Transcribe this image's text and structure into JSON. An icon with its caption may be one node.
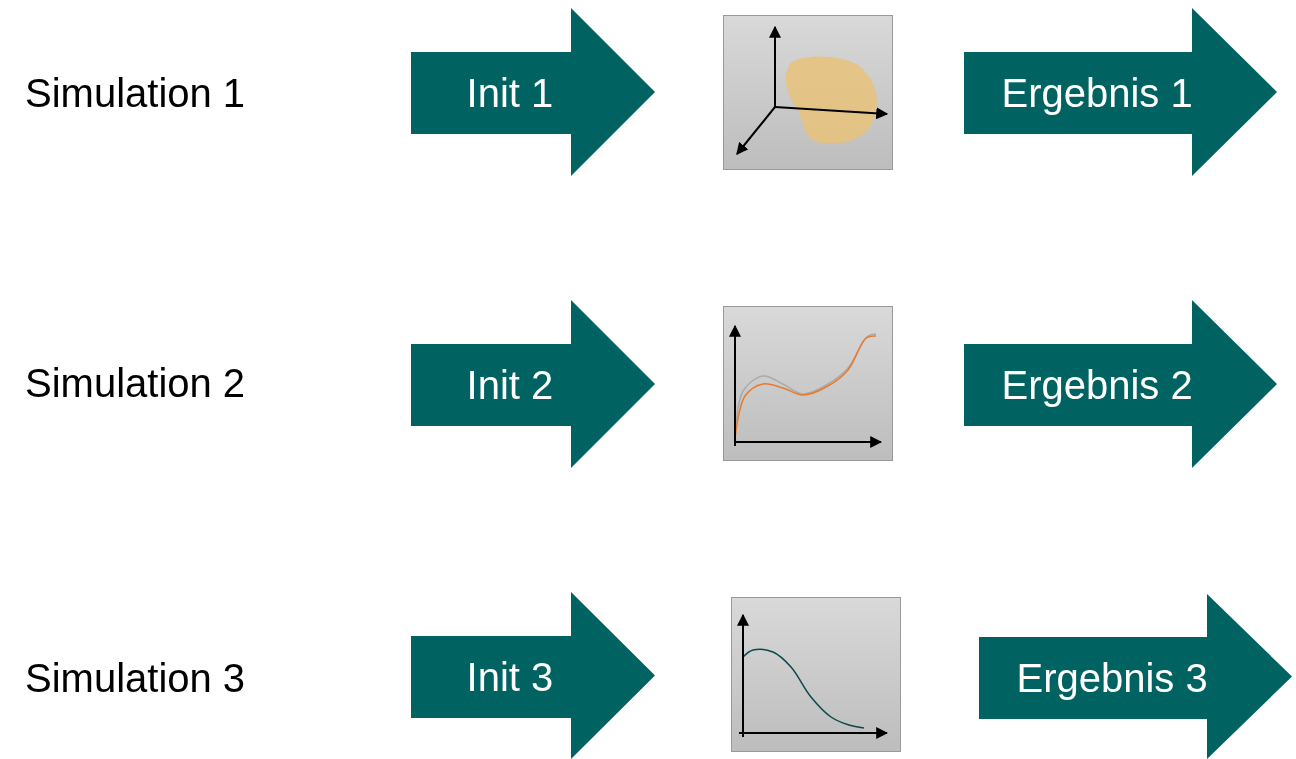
{
  "diagram": {
    "nodes": [
      {
        "text": [
          "Init 1"
        ]
      },
      {
        "text": [],
        "shape": "picture"
      },
      {
        "text": [
          "Ergebnis 1"
        ]
      },
      {
        "text": [
          "Init 2"
        ]
      },
      {
        "text": [],
        "shape": "picture"
      },
      {
        "text": [
          "Ergebnis 2"
        ]
      },
      {
        "text": [
          "Init 3"
        ]
      },
      {
        "text": [],
        "shape": "picture"
      },
      {
        "text": [
          "Ergebnis 3"
        ]
      }
    ],
    "labels": [
      "Simulation 1",
      "Simulation 2",
      "Simulation 3"
    ]
  }
}
